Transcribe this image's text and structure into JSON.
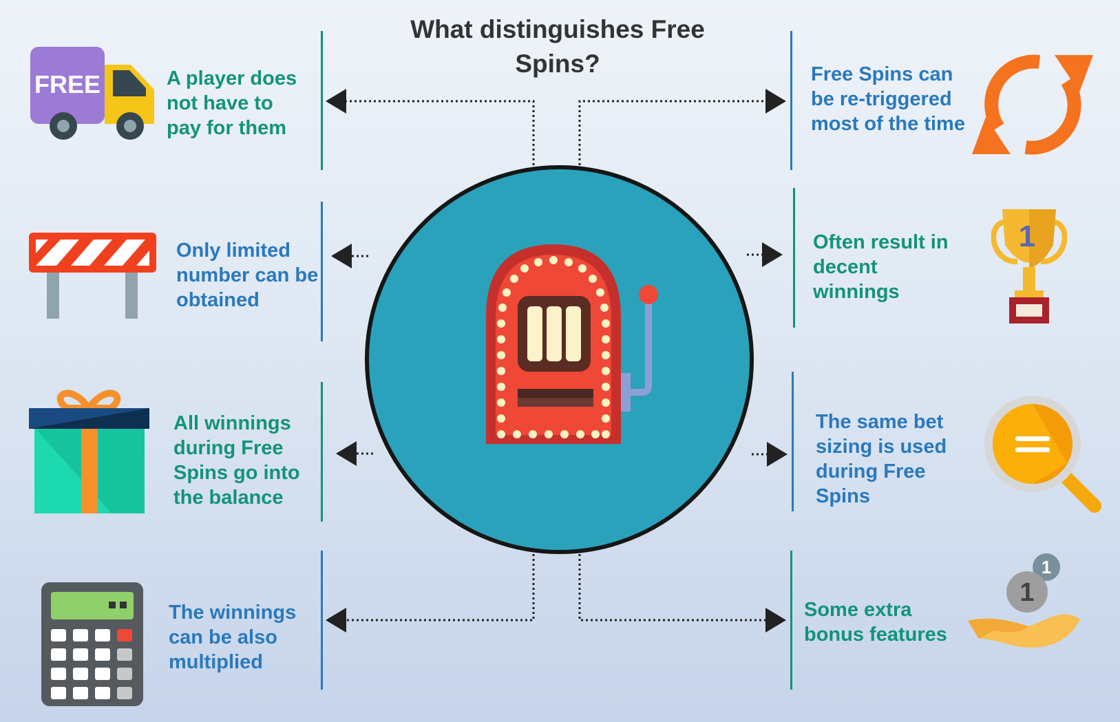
{
  "title": "What distinguishes Free Spins?",
  "colors": {
    "teal": "#13937a",
    "blue": "#2a79bd",
    "circle": "#2aa2bb"
  },
  "features_left": [
    {
      "text": "A player does not have to pay for them",
      "icon": "free-delivery-truck-icon"
    },
    {
      "text": "Only limited number can be obtained",
      "icon": "roadblock-barrier-icon"
    },
    {
      "text": "All winnings during Free Spins go into the balance",
      "icon": "gift-box-icon"
    },
    {
      "text": "The winnings can be also multiplied",
      "icon": "calculator-icon"
    }
  ],
  "features_right": [
    {
      "text": "Free Spins can be re-triggered most of the time",
      "icon": "refresh-arrows-icon"
    },
    {
      "text": "Often result in decent winnings",
      "icon": "trophy-icon"
    },
    {
      "text": "The same bet sizing is used during Free Spins",
      "icon": "magnifier-equals-icon"
    },
    {
      "text": "Some extra bonus features",
      "icon": "coins-hand-icon"
    }
  ],
  "icon_text": {
    "free": "FREE",
    "trophy_number": "1",
    "coin_number": "1"
  },
  "center_icon": "slot-machine-icon"
}
